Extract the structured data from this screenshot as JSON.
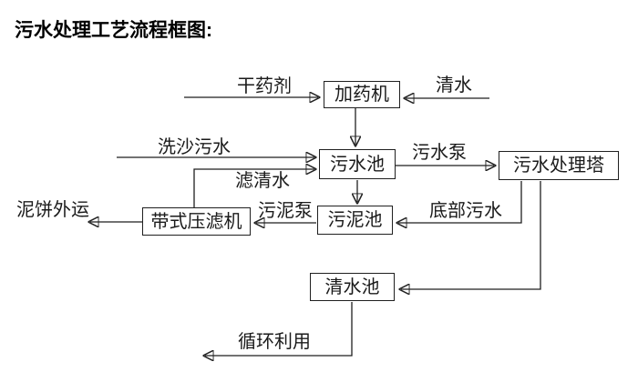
{
  "title": "污水处理工艺流程框图:",
  "colors": {
    "line": "#1f1f1f",
    "text": "#1a1a1a",
    "background": "#ffffff"
  },
  "nodes": {
    "dosing_machine": "加药机",
    "sewage_pool": "污水池",
    "treatment_tower": "污水处理塔",
    "sludge_pool": "污泥池",
    "belt_filter_press": "带式压滤机",
    "clear_water_pool": "清水池"
  },
  "flow_labels": {
    "dry_agent": "干药剂",
    "clear_water": "清水",
    "sand_washing_sewage": "洗沙污水",
    "filtered_water": "滤清水",
    "sewage_pump": "污水泵",
    "bottom_sewage": "底部污水",
    "sludge_pump": "污泥泵",
    "mud_cake_out": "泥饼外运",
    "recycle": "循环利用"
  },
  "edges": [
    {
      "source": "external",
      "target": "dosing_machine",
      "label": "干药剂"
    },
    {
      "source": "external",
      "target": "dosing_machine",
      "label": "清水"
    },
    {
      "source": "dosing_machine",
      "target": "sewage_pool",
      "label": ""
    },
    {
      "source": "external",
      "target": "sewage_pool",
      "label": "洗沙污水"
    },
    {
      "source": "belt_filter_press",
      "target": "sewage_pool",
      "label": "滤清水"
    },
    {
      "source": "sewage_pool",
      "target": "treatment_tower",
      "label": "污水泵"
    },
    {
      "source": "sewage_pool",
      "target": "sludge_pool",
      "label": ""
    },
    {
      "source": "treatment_tower",
      "target": "sludge_pool",
      "label": "底部污水"
    },
    {
      "source": "sludge_pool",
      "target": "belt_filter_press",
      "label": "污泥泵"
    },
    {
      "source": "belt_filter_press",
      "target": "external",
      "label": "泥饼外运"
    },
    {
      "source": "treatment_tower",
      "target": "clear_water_pool",
      "label": ""
    },
    {
      "source": "clear_water_pool",
      "target": "external",
      "label": "循环利用"
    }
  ]
}
